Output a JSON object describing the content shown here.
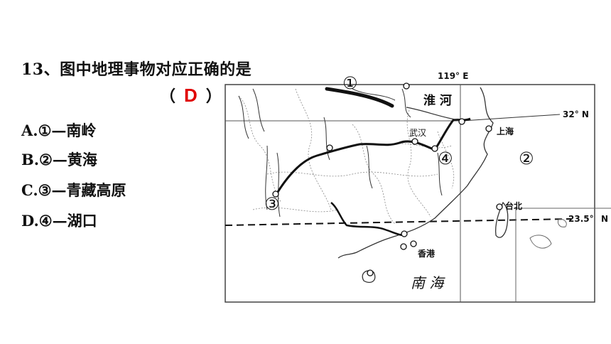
{
  "question": {
    "title": "13、图中地理事物对应正确的是",
    "answer_open": "（",
    "answer": "D",
    "answer_close": "）"
  },
  "options": [
    {
      "label": "A.①—南岭"
    },
    {
      "label": "B.②—黄海"
    },
    {
      "label": "C.③—青藏高原"
    },
    {
      "label": "D.④—湖口"
    }
  ],
  "map": {
    "longitude_label": "119° E",
    "lat32_label": "32° N",
    "lat235_label": "23.5°",
    "lat235_suffix": "N",
    "marker1": "①",
    "marker2": "②",
    "marker3": "③",
    "marker4": "④",
    "huaihe": "淮 河",
    "wuhan": "武汉",
    "shanghai": "上海",
    "taibei": "台北",
    "xianggang": "香港",
    "nanhai": "南 海"
  }
}
